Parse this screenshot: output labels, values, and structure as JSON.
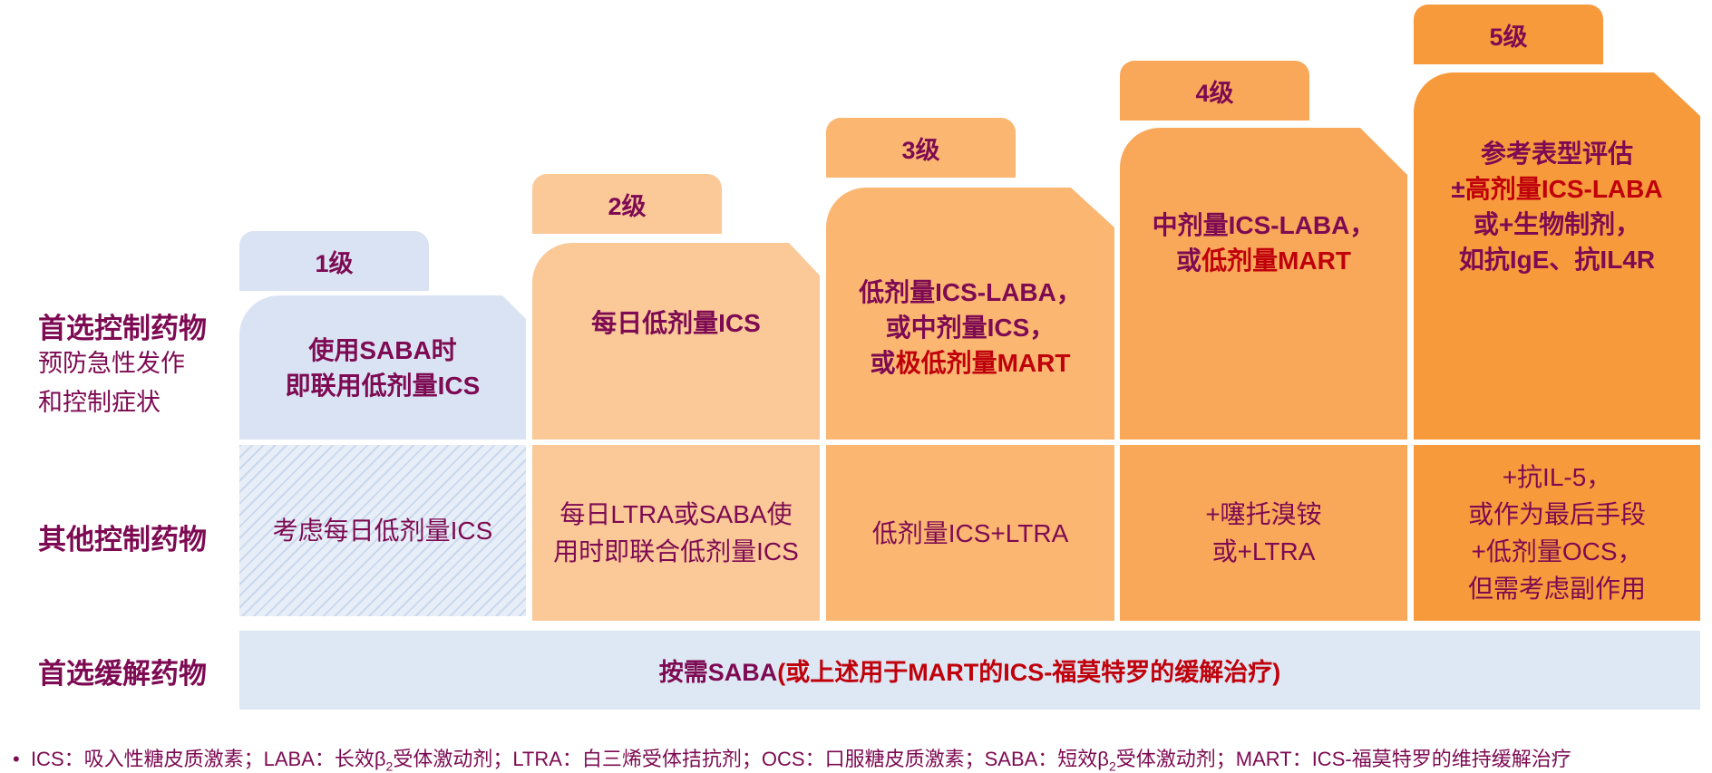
{
  "colors": {
    "text_primary": "#7d0a52",
    "text_highlight": "#c0000b",
    "step1": "#dae3f3",
    "step2": "#fbc898",
    "step3": "#fbb672",
    "step4": "#f9a85a",
    "step5": "#f79a3c",
    "relief_bg": "#dde8f4"
  },
  "row_labels": {
    "preferred_controller": "首选控制药物",
    "preferred_controller_sub1": "预防急性发作",
    "preferred_controller_sub2": "和控制症状",
    "other_controller": "其他控制药物",
    "preferred_reliever": "首选缓解药物"
  },
  "steps": [
    {
      "label": "1级",
      "preferred": [
        "使用SABA时",
        "即联用低剂量ICS"
      ],
      "other": [
        "考虑每日低剂量ICS"
      ]
    },
    {
      "label": "2级",
      "preferred": [
        "每日低剂量ICS"
      ],
      "other": [
        "每日LTRA或SABA使",
        "用时即联合低剂量ICS"
      ]
    },
    {
      "label": "3级",
      "preferred": [
        "低剂量ICS-LABA，",
        "或中剂量ICS，"
      ],
      "preferred_line3_prefix": "或",
      "preferred_line3_highlight": "极低剂量MART",
      "other": [
        "低剂量ICS+LTRA"
      ]
    },
    {
      "label": "4级",
      "preferred": [
        "中剂量ICS-LABA，"
      ],
      "preferred_line2_prefix": "或",
      "preferred_line2_highlight": "低剂量MART",
      "other": [
        "+噻托溴铵",
        "或+LTRA"
      ]
    },
    {
      "label": "5级",
      "preferred_line1": "参考表型评估",
      "preferred_line2_prefix": "±",
      "preferred_line2_highlight": "高剂量",
      "preferred_line2_suffix": "ICS-LABA",
      "preferred_line3": "或+生物制剂，",
      "preferred_line4": "如抗IgE、抗IL4R",
      "other": [
        "+抗IL-5，",
        "或作为最后手段",
        "+低剂量OCS，",
        "但需考虑副作用"
      ]
    }
  ],
  "reliever": {
    "prefix": "按需SABA",
    "highlight": "(或上述用于MART的ICS-福莫特罗的缓解治疗)"
  },
  "footnote": {
    "bullet": "•",
    "part1": "ICS：吸入性糖皮质激素；LABA：长效β",
    "sub1": "2",
    "part2": "受体激动剂；LTRA：白三烯受体拮抗剂；OCS：口服糖皮质激素；SABA：短效β",
    "sub2": "2",
    "part3": "受体激动剂；MART：ICS-福莫特罗的维持缓解治疗"
  }
}
